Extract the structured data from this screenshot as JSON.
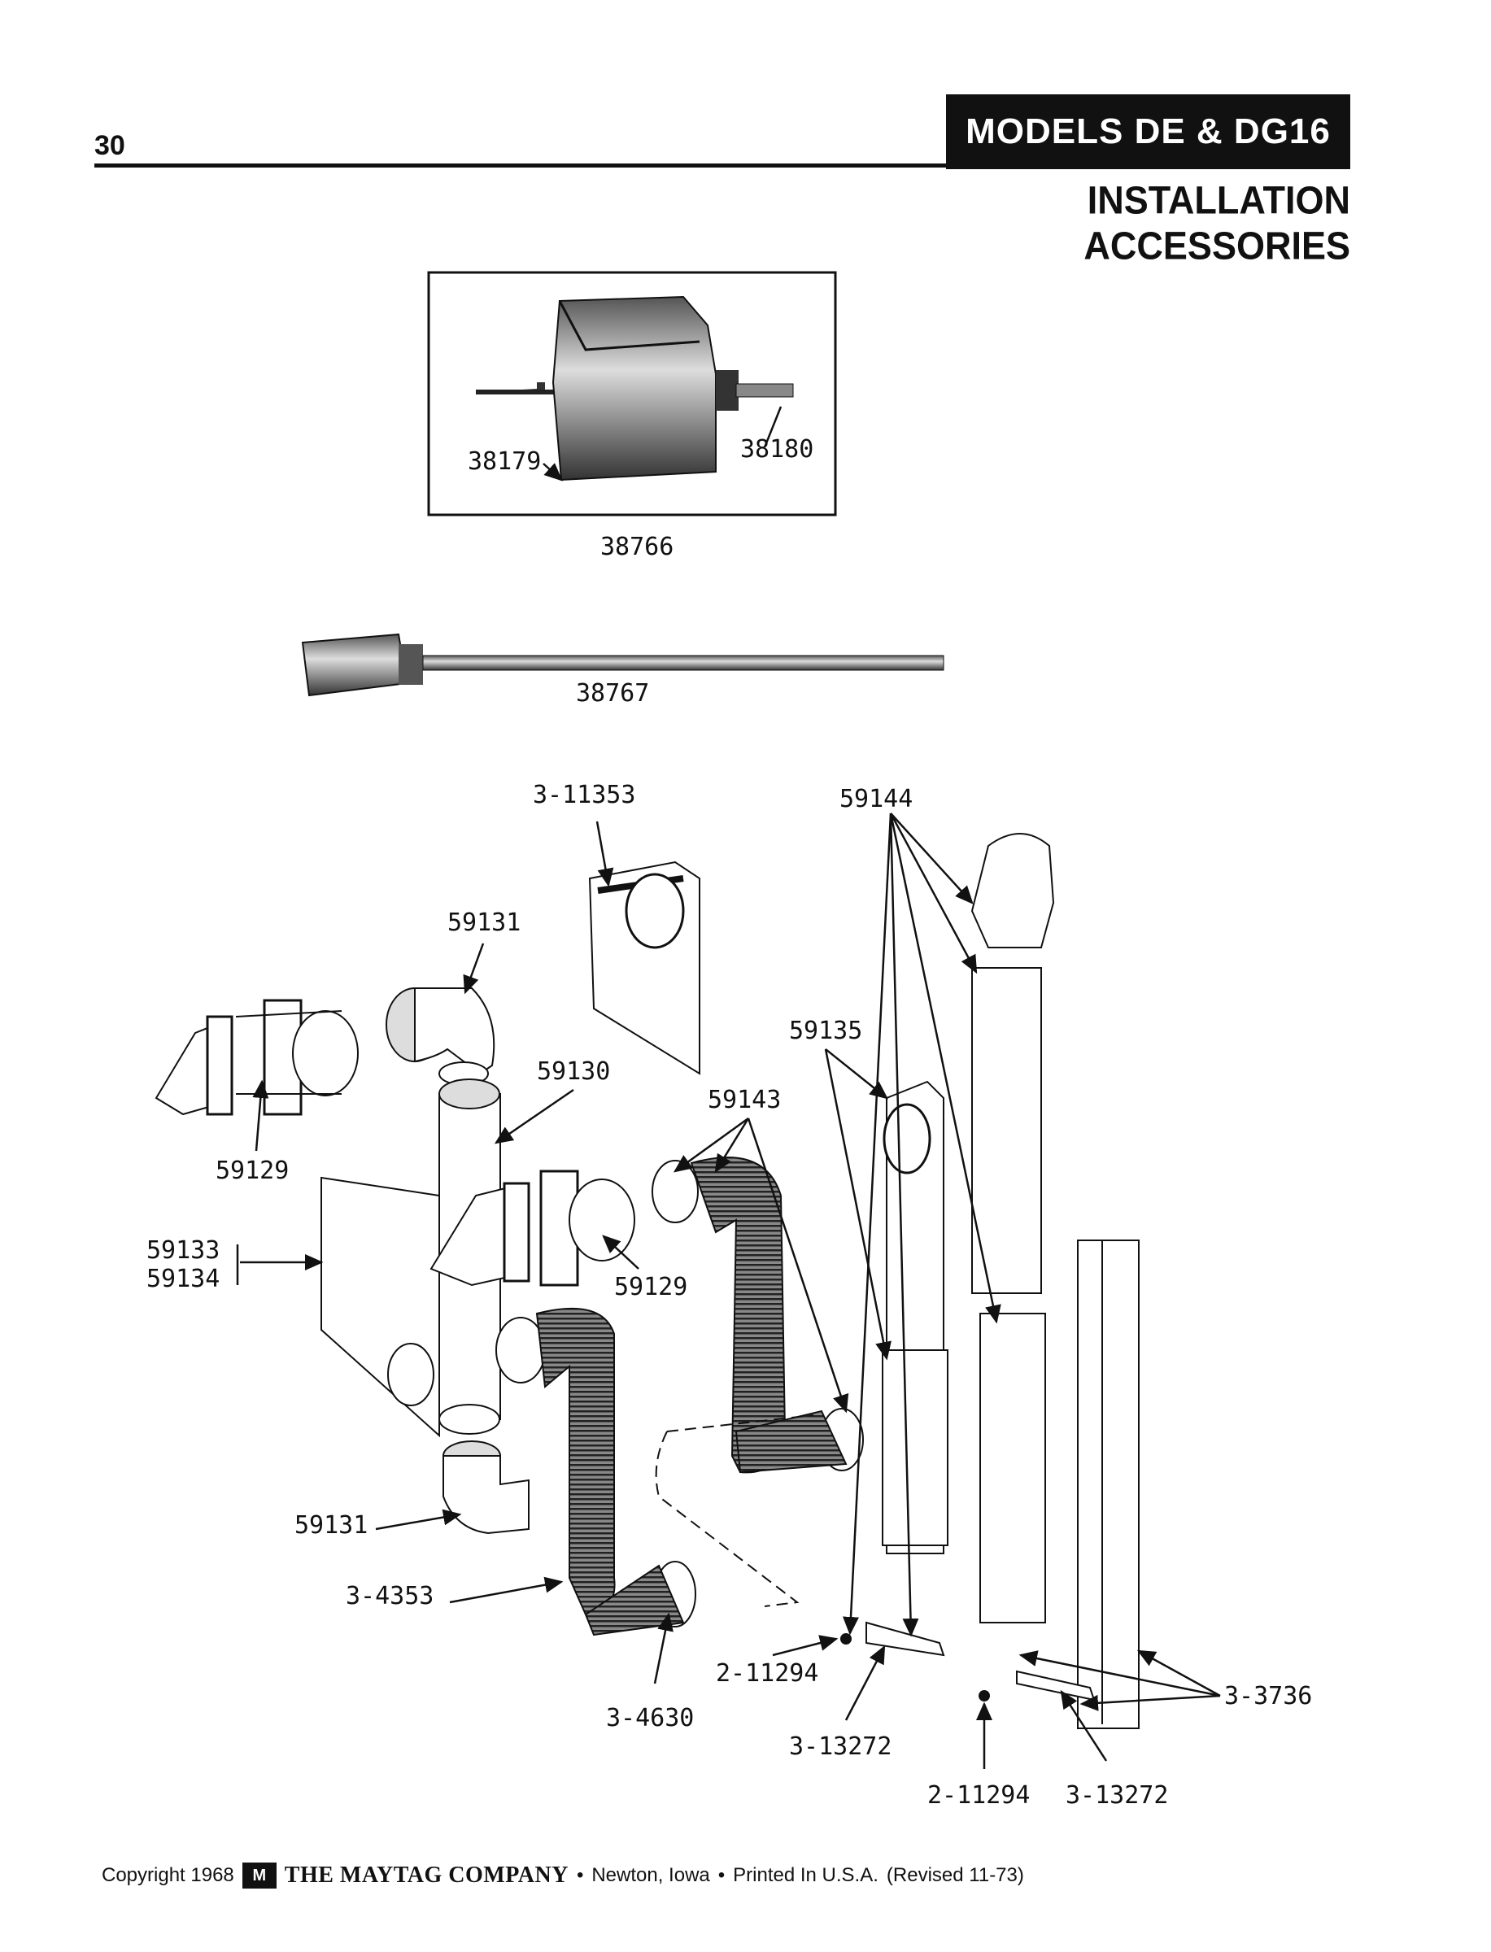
{
  "header": {
    "page_number": "30",
    "models": "MODELS DE & DG16",
    "section_title": "INSTALLATION ACCESSORIES"
  },
  "part_labels": {
    "hole_saw_pilot": "38179",
    "hole_saw_arbor": "38180",
    "hole_saw_kit": "38766",
    "extension": "38767",
    "plate": "3-11353",
    "duct_kit": "59144",
    "elbow_upper": "59131",
    "wall_cap_left": "59129",
    "pipe": "59130",
    "rect_elbow": "59135",
    "clamps": "59143",
    "wall_plate_a": "59133",
    "wall_plate_b": "59134",
    "wall_cap_center": "59129",
    "elbow_lower": "59131",
    "flex_duct": "3-4353",
    "clamp_lower": "3-4630",
    "screw_left": "2-11294",
    "bracket_left": "3-13272",
    "screw_right": "2-11294",
    "bracket_right": "3-13272",
    "strap": "3-3736"
  },
  "footer": {
    "copyright": "Copyright 1968",
    "logo": "M",
    "company": "THE MAYTAG COMPANY",
    "bullet1": "•",
    "location": "Newton, Iowa",
    "bullet2": "•",
    "printed": "Printed In U.S.A.",
    "revised": "(Revised 11-73)"
  }
}
